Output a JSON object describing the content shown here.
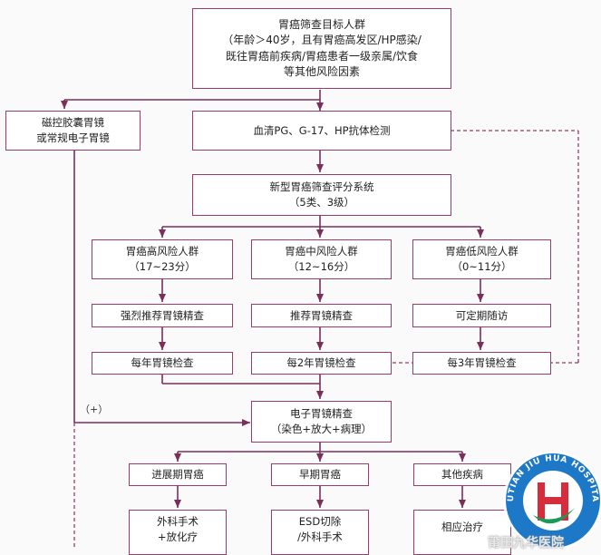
{
  "target_population": {
    "title": "胃癌筛查目标人群",
    "lines": [
      "（年龄＞40岁，且有胃癌高发区/HP感染/",
      "既往胃癌前疾病/胃癌患者一级亲属/饮食",
      "等其他风险因素"
    ]
  },
  "capsule_endoscopy": {
    "lines": [
      "磁控胶囊胃镜",
      "或常规电子胃镜"
    ]
  },
  "serum_test": {
    "label": "血清PG、G-17、HP抗体检测"
  },
  "scoring_system": {
    "lines": [
      "新型胃癌筛查评分系统",
      "（5类、3级）"
    ]
  },
  "risk_groups": [
    {
      "name": "胃癌高风险人群",
      "score": "（17~23分）",
      "action": "强烈推荐胃镜精查",
      "followup": "每年胃镜检查"
    },
    {
      "name": "胃癌中风险人群",
      "score": "（12~16分）",
      "action": "推荐胃镜精查",
      "followup": "每2年胃镜检查"
    },
    {
      "name": "胃癌低风险人群",
      "score": "（0~11分）",
      "action": "可定期随访",
      "followup": "每3年胃镜检查"
    }
  ],
  "plus_label": "（+）",
  "endoscopy_detail": {
    "lines": [
      "电子胃镜精查",
      "（染色+放大+病理）"
    ]
  },
  "outcomes": [
    {
      "name": "进展期胃癌",
      "treatment": [
        "外科手术",
        "+放化疗"
      ]
    },
    {
      "name": "早期胃癌",
      "treatment": [
        "ESD切除",
        "/外科手术"
      ]
    },
    {
      "name": "其他疾病",
      "treatment": [
        "相应治疗"
      ]
    }
  ],
  "watermark": {
    "chinese": "莆田九华医院",
    "english": "PUTIAN JIU HUA HOSPITAL",
    "colors": {
      "blue": "#1e78c8",
      "red": "#d62d3c",
      "green": "#1a9a58"
    }
  },
  "colors": {
    "box_border": "#9a3b6a",
    "arrow": "#7a2e5a"
  }
}
